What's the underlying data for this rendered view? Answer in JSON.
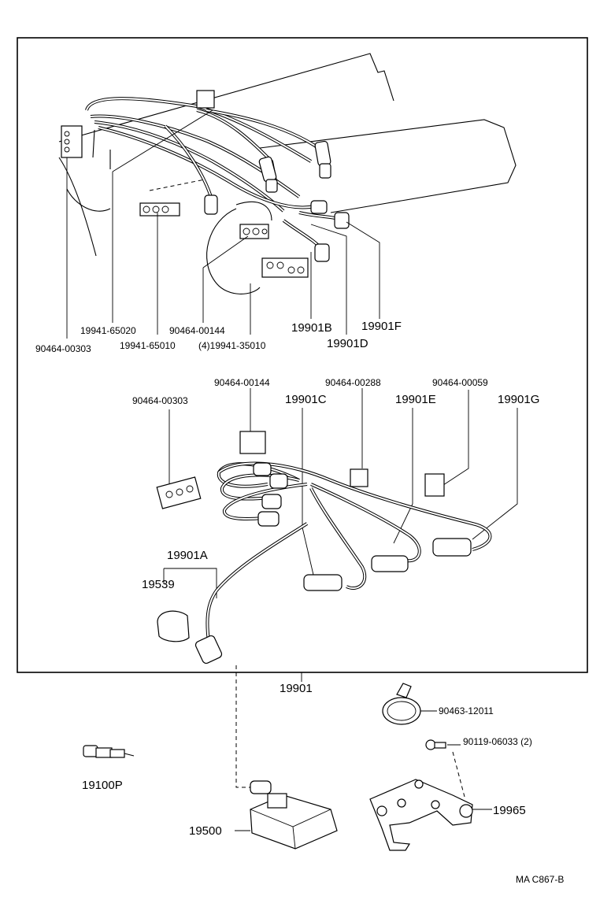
{
  "labels": {
    "p_90464_00303_top": "90464-00303",
    "p_19941_65020": "19941-65020",
    "p_19941_65010": "19941-65010",
    "p_qty4_19941_35010": "(4)19941-35010",
    "p_90464_00144_top": "90464-00144",
    "p_19901B": "19901B",
    "p_19901D": "19901D",
    "p_19901F": "19901F",
    "p_90464_00303_mid": "90464-00303",
    "p_90464_00144_mid": "90464-00144",
    "p_19901C": "19901C",
    "p_90464_00288": "90464-00288",
    "p_19901E": "19901E",
    "p_90464_00059": "90464-00059",
    "p_19901G": "19901G",
    "p_19901A": "19901A",
    "p_19539": "19539",
    "p_19901": "19901",
    "p_90463_12011": "90463-12011",
    "p_90119_06033": "90119-06033 (2)",
    "p_19100P": "19100P",
    "p_19500": "19500",
    "p_19965": "19965",
    "diagram_code": "MA C867-B"
  }
}
